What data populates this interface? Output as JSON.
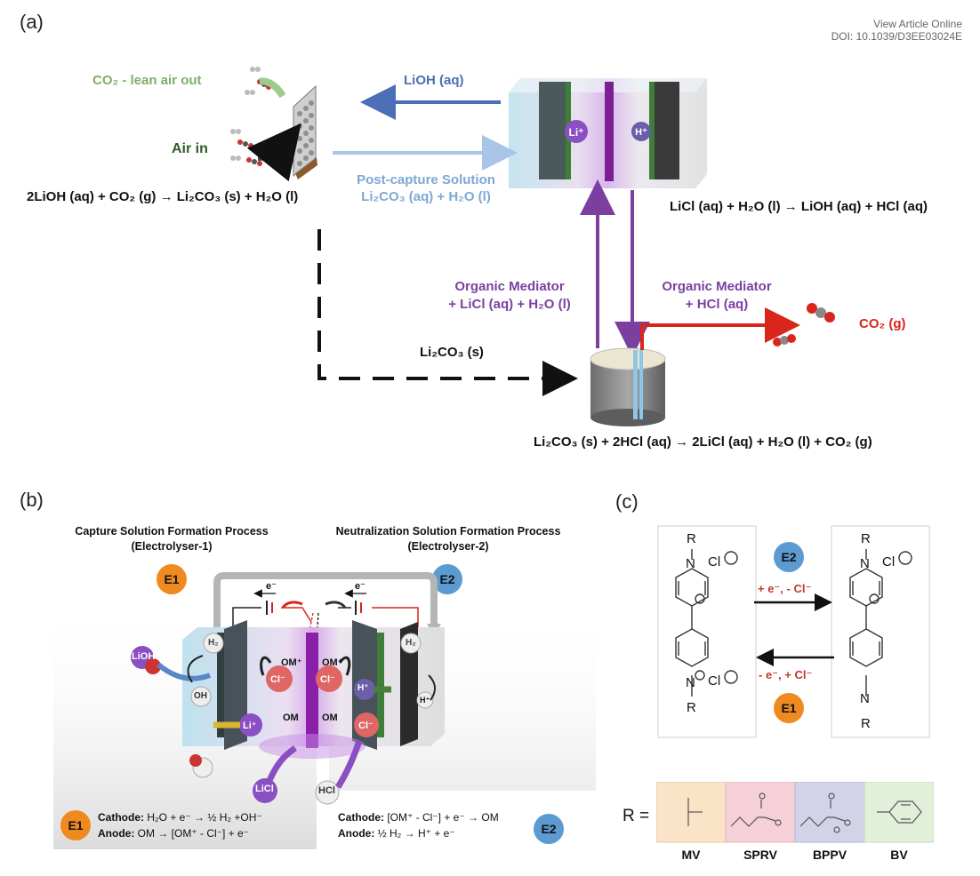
{
  "header": {
    "view_online": "View Article Online",
    "doi": "DOI: 10.1039/D3EE03024E"
  },
  "panel_a": {
    "label": "(a)",
    "co2_lean": "CO₂ - lean air out",
    "air_in": "Air in",
    "lioh": "LiOH (aq)",
    "post_capture_title": "Post-capture Solution",
    "post_capture_formula": "Li₂CO₃ (aq) + H₂O (l)",
    "eq_capture": "2LiOH (aq) + CO₂ (g) → Li₂CO₃ (s) + H₂O (l)",
    "eq_electrolysis": "LiCl (aq) + H₂O (l) → LiOH (aq) + HCl (aq)",
    "om_left_1": "Organic Mediator",
    "om_left_2": "+ LiCl (aq) + H₂O (l)",
    "om_right_1": "Organic Mediator",
    "om_right_2": "+ HCl (aq)",
    "co2_out": "CO₂ (g)",
    "li2co3_s": "Li₂CO₃ (s)",
    "eq_neutralization": "Li₂CO₃ (s) + 2HCl (aq) → 2LiCl (aq) + H₂O (l) + CO₂ (g)",
    "cell_li": "Li⁺",
    "cell_h": "H⁺"
  },
  "panel_b": {
    "label": "(b)",
    "title1_line1": "Capture Solution Formation Process",
    "title1_line2": "(Electrolyser-1)",
    "title2_line1": "Neutralization Solution Formation Process",
    "title2_line2": "(Electrolyser-2)",
    "e1": "E1",
    "e2": "E2",
    "electron": "e⁻",
    "h2": "H₂",
    "om_plus": "OM⁺",
    "om": "OM",
    "cl_minus": "Cl⁻",
    "li_plus": "Li⁺",
    "h_plus": "H⁺",
    "lioh": "LiOH",
    "oh": "OH",
    "licl": "LiCl",
    "hcl": "HCl",
    "e1_cathode_label": "Cathode:",
    "e1_cathode": "H₂O + e⁻ → ½ H₂ +OH⁻",
    "e1_anode_label": "Anode:",
    "e1_anode": "OM → [OM⁺ - Cl⁻] + e⁻",
    "e2_cathode_label": "Cathode:",
    "e2_cathode": "[OM⁺ - Cl⁻] + e⁻ → OM",
    "e2_anode_label": "Anode:",
    "e2_anode": "½ H₂ → H⁺ + e⁻"
  },
  "panel_c": {
    "label": "(c)",
    "e2": "E2",
    "e1": "E1",
    "forward": "+ e⁻, - Cl⁻",
    "backward": "- e⁻, + Cl⁻",
    "r_atom": "R",
    "n_atom": "N",
    "cl_atom": "Cl",
    "r_equals": "R =",
    "substituents": [
      "MV",
      "SPRV",
      "BPPV",
      "BV"
    ],
    "substituent_colors": [
      "#fbe3c8",
      "#f6d0d8",
      "#d2d3e8",
      "#e2efd9"
    ]
  },
  "colors": {
    "liohArrow": "#4b6eb6",
    "postCaptureArrow": "#a9c4e6",
    "mediator": "#7b3fa0",
    "co2": "#d9261c",
    "capture": "#7fae6a",
    "airIn": "#2f5d27"
  }
}
